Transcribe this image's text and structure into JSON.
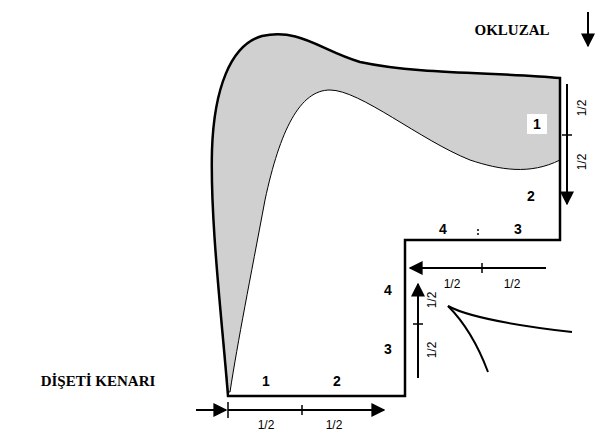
{
  "diagram": {
    "labels": [
      "OKLUZAL",
      "1",
      "1/2",
      "1/2",
      "2",
      "4",
      "3",
      "1/2",
      "1/2",
      "4",
      "1/2",
      "1/2",
      "3",
      "DİŞETİ KENARI",
      "1",
      "2",
      "1/2",
      "1/2"
    ]
  }
}
